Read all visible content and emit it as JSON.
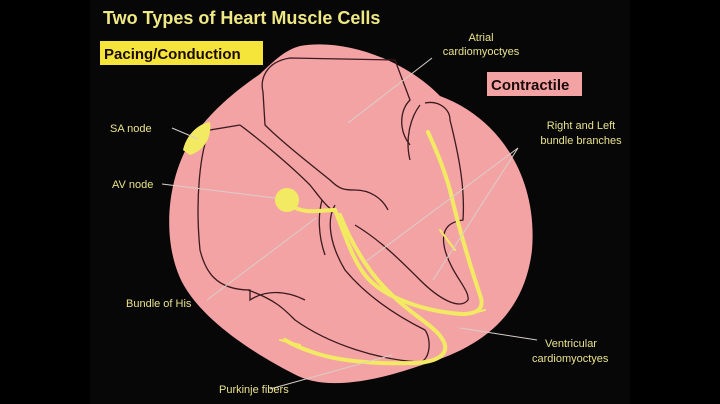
{
  "title": "Two Types of Heart Muscle Cells",
  "categories": {
    "pacing": "Pacing/Conduction",
    "contractile": "Contractile"
  },
  "labels": {
    "atrial_1": "Atrial",
    "atrial_2": "cardiomyoctyes",
    "sa_node": "SA node",
    "av_node": "AV node",
    "bundle_his": "Bundle of His",
    "purkinje": "Purkinje fibers",
    "branches_1": "Right and Left",
    "branches_2": "bundle branches",
    "ventricular_1": "Ventricular",
    "ventricular_2": "cardiomyoctyes"
  },
  "colors": {
    "heart": "#f4a3a5",
    "conduction": "#f3ea63",
    "contractile_box": "#f4a3a5",
    "pacing_box": "#f5e53a"
  }
}
